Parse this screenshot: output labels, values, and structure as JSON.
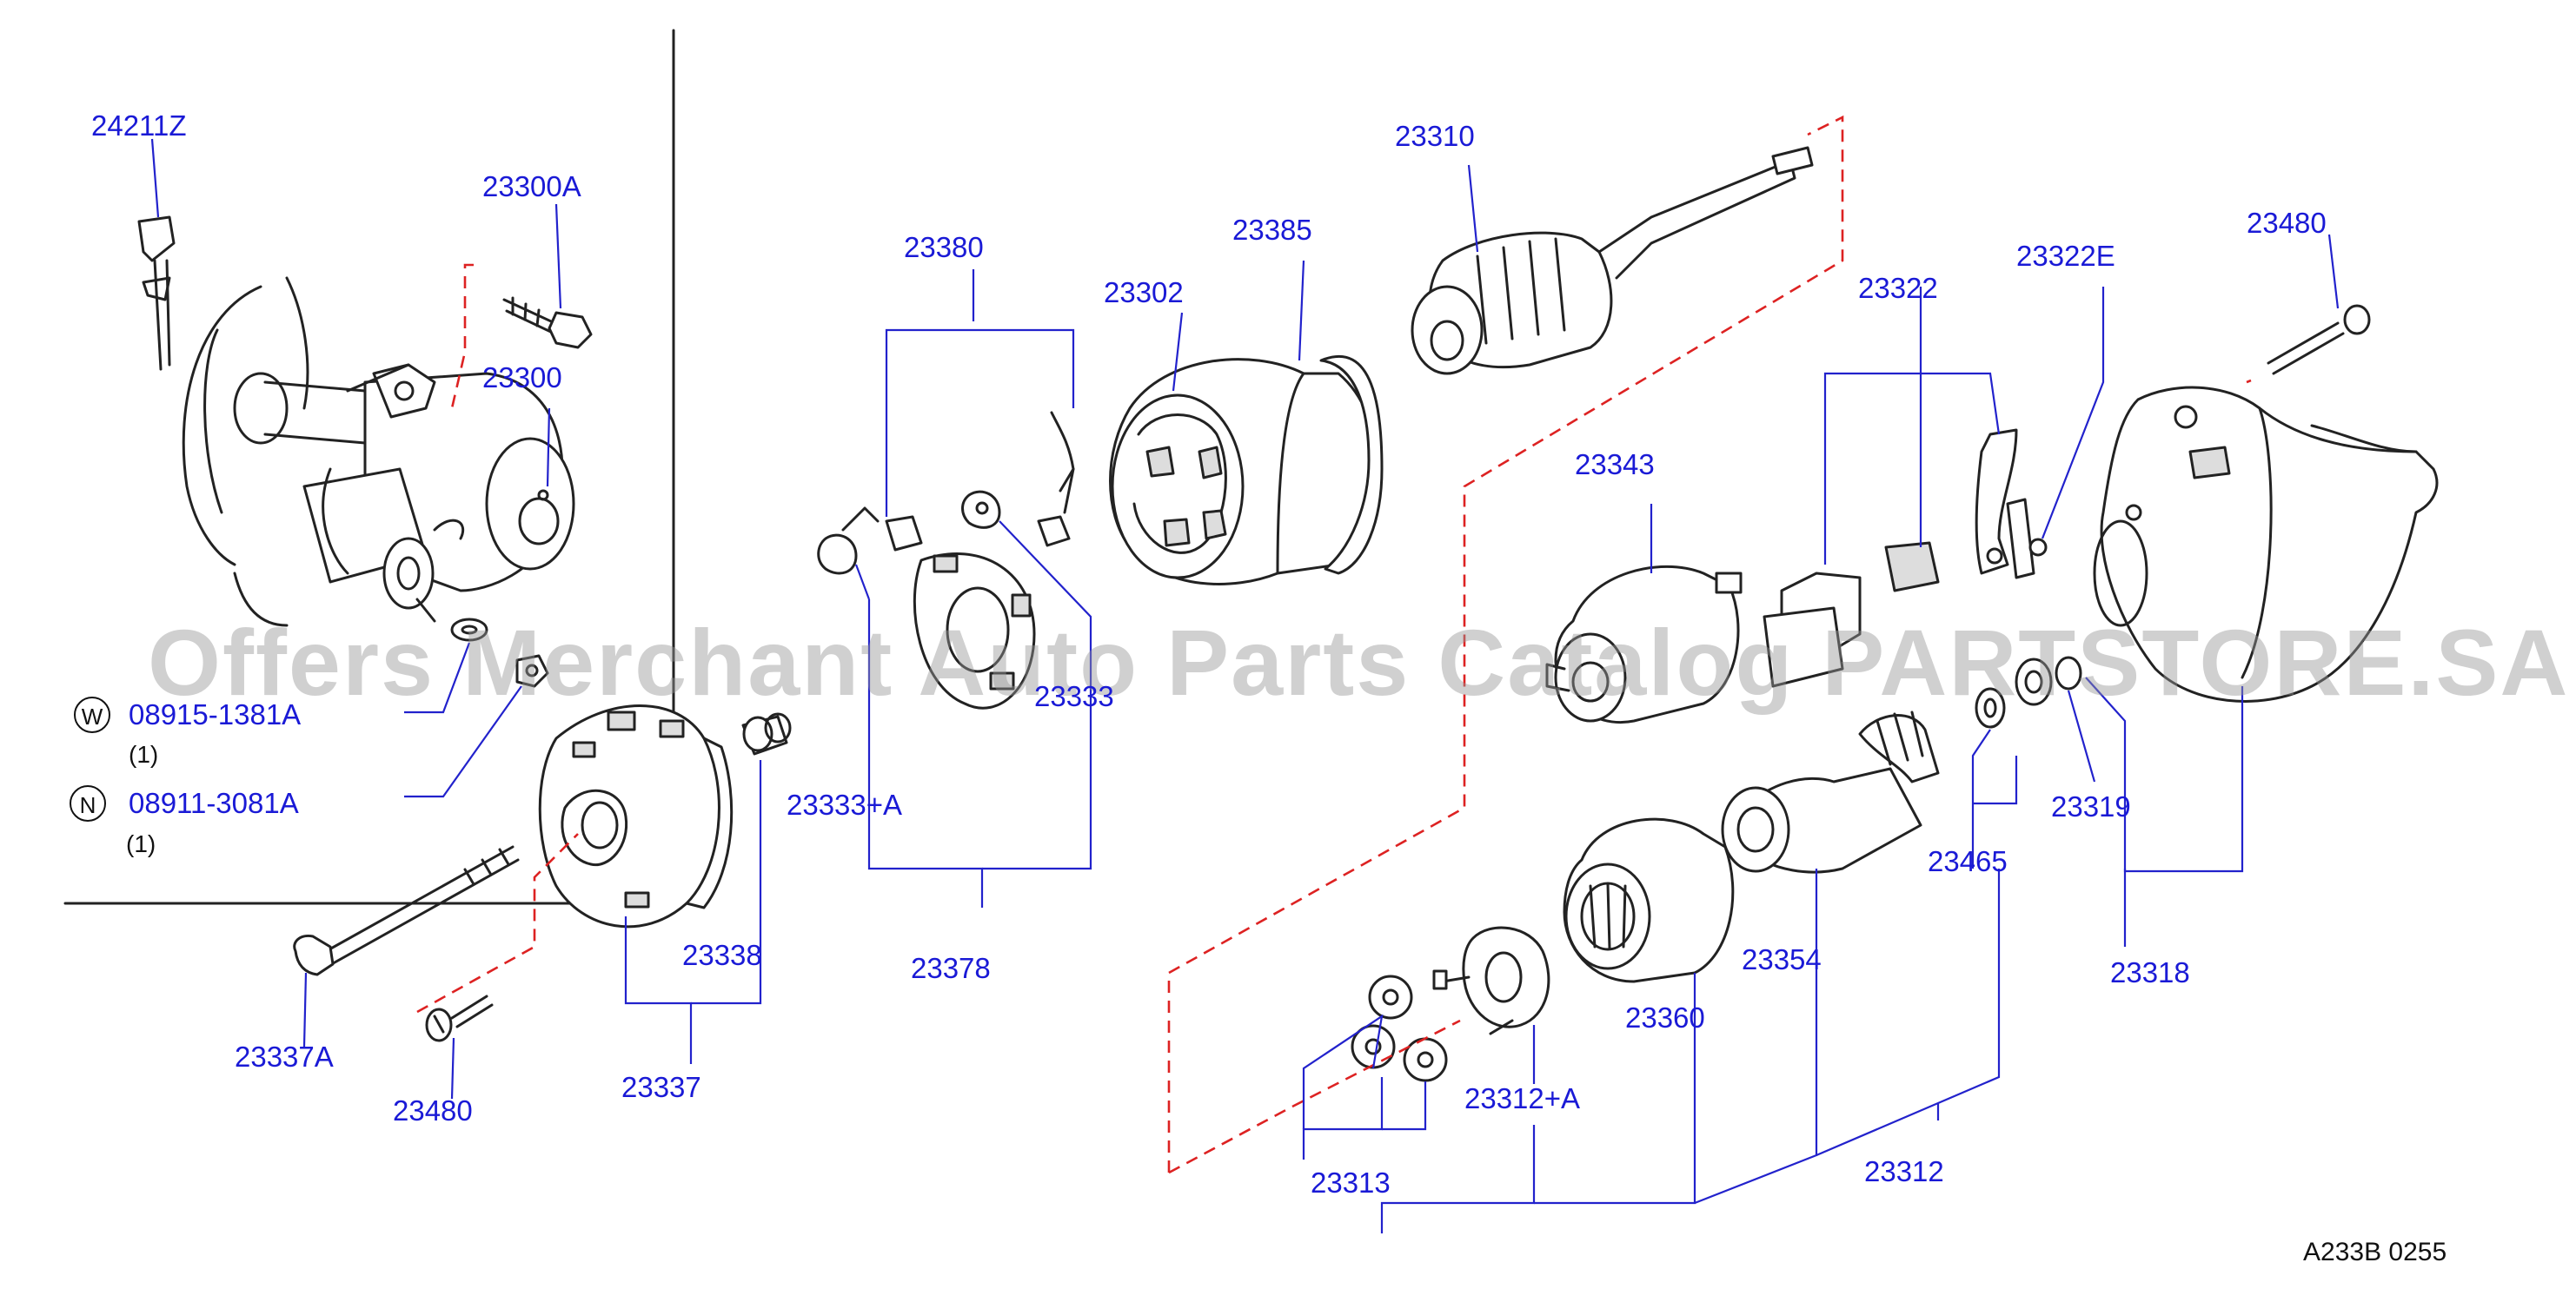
{
  "watermark": "Offers Merchant Auto Parts Catalog PARTSTORE.SA",
  "figure_id": "A233B   0255",
  "colors": {
    "label": "#1a1ad6",
    "leader": "#2222cc",
    "dashed": "#dd2222",
    "line_art": "#222222"
  },
  "labels": {
    "p24211z": "24211Z",
    "p23300a": "23300A",
    "p23300": "23300",
    "p08915": "08915-1381A",
    "p08915_qty": "(1)",
    "p08911": "08911-3081A",
    "p08911_qty": "(1)",
    "p23337a": "23337A",
    "p23480_left": "23480",
    "p23338": "23338",
    "p23337": "23337",
    "p23380": "23380",
    "p23333": "23333",
    "p23333a": "23333+A",
    "p23378": "23378",
    "p23302": "23302",
    "p23385": "23385",
    "p23310": "23310",
    "p23343": "23343",
    "p23322": "23322",
    "p23322e": "23322E",
    "p23480_right": "23480",
    "p23319": "23319",
    "p23465": "23465",
    "p23318": "23318",
    "p23354": "23354",
    "p23360": "23360",
    "p23312a": "23312+A",
    "p23313": "23313",
    "p23312": "23312"
  },
  "badges": {
    "washer": "W",
    "nut": "N"
  }
}
